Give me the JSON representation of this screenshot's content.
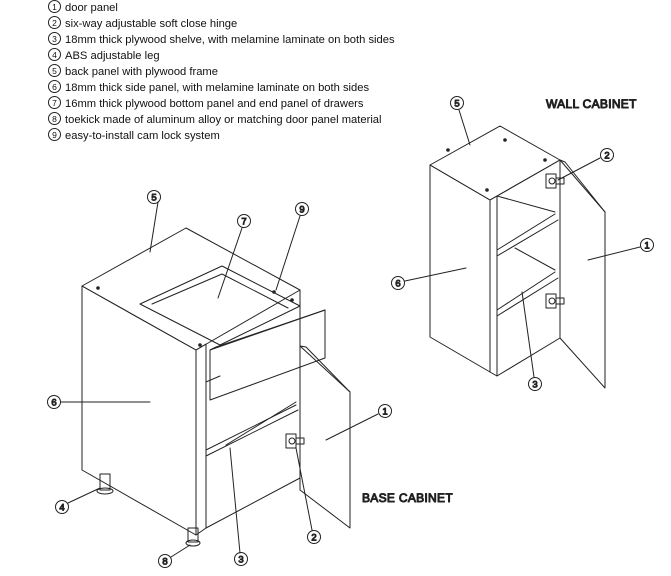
{
  "legend": [
    {
      "num": "1",
      "text": "door panel"
    },
    {
      "num": "2",
      "text": "six-way adjustable soft close hinge"
    },
    {
      "num": "3",
      "text": "18mm thick plywood shelve, with melamine laminate on both sides"
    },
    {
      "num": "4",
      "text": "ABS adjustable leg"
    },
    {
      "num": "5",
      "text": "back panel with plywood frame"
    },
    {
      "num": "6",
      "text": "18mm thick side panel, with melamine laminate on both sides"
    },
    {
      "num": "7",
      "text": "16mm thick plywood bottom panel and end panel of drawers"
    },
    {
      "num": "8",
      "text": "toekick made of aluminum alloy or matching door panel material"
    },
    {
      "num": "9",
      "text": "easy-to-install cam lock system"
    }
  ],
  "labels": {
    "wall_cabinet": "WALL CABINET",
    "base_cabinet": "BASE CABINET"
  },
  "callouts": {
    "base": [
      {
        "num": "5"
      },
      {
        "num": "7"
      },
      {
        "num": "9"
      },
      {
        "num": "6"
      },
      {
        "num": "1"
      },
      {
        "num": "4"
      },
      {
        "num": "8"
      },
      {
        "num": "3"
      },
      {
        "num": "2"
      }
    ],
    "wall": [
      {
        "num": "5"
      },
      {
        "num": "2"
      },
      {
        "num": "1"
      },
      {
        "num": "6"
      },
      {
        "num": "3"
      }
    ]
  }
}
